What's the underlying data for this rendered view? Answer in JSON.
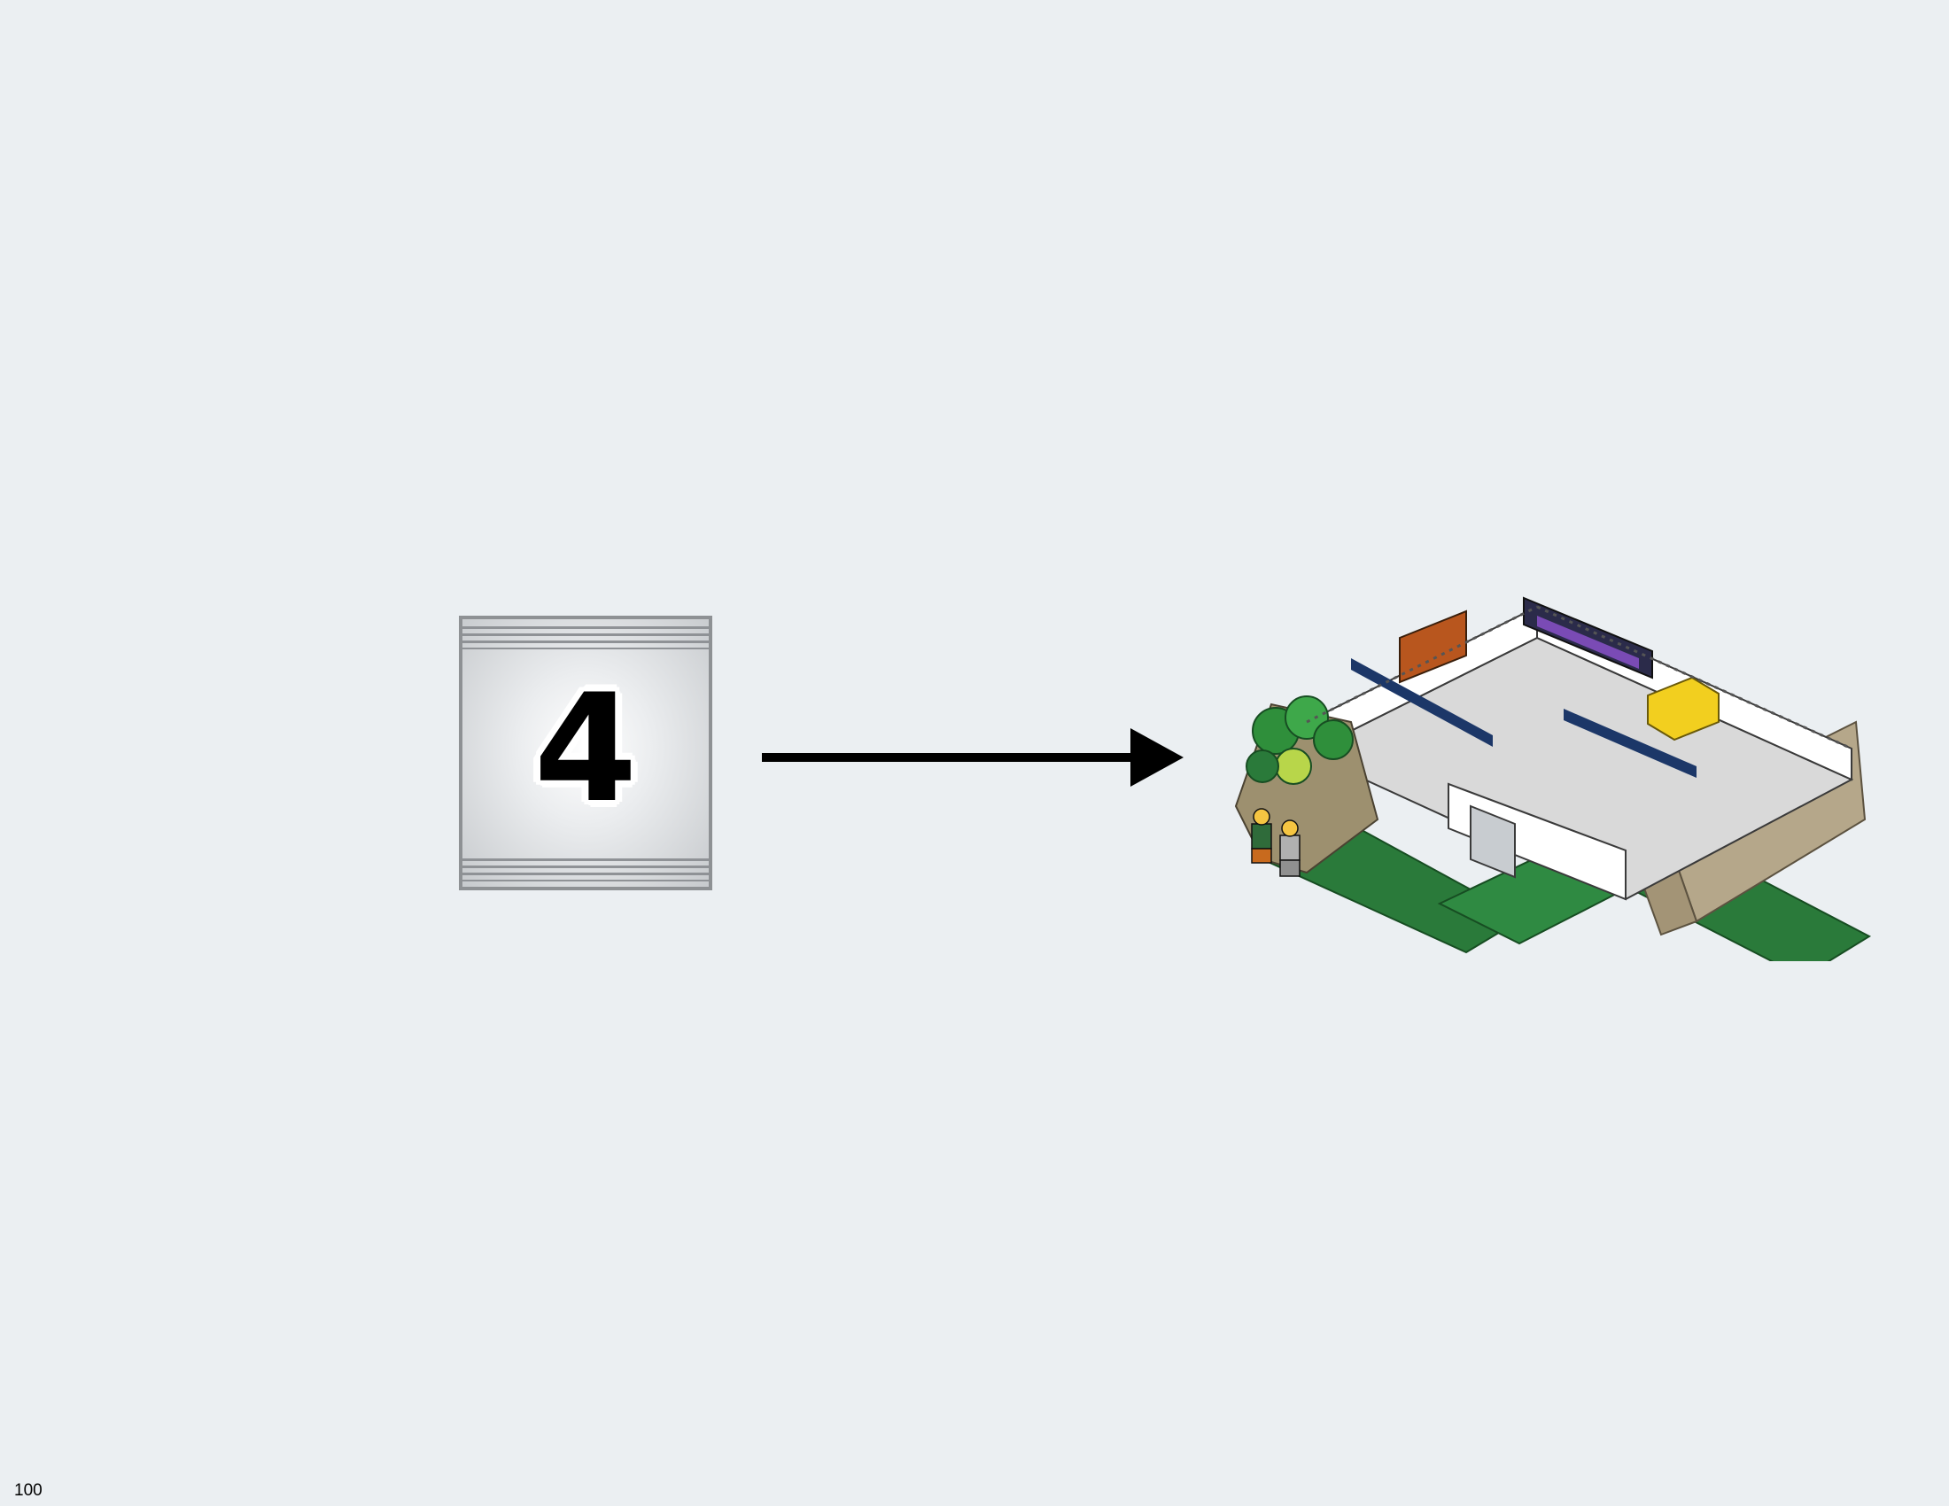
{
  "step": {
    "bag_number": "4"
  },
  "page": {
    "number": "100"
  },
  "colors": {
    "background": "#ebeff2",
    "bag_border": "#8e9194",
    "arrow": "#000000"
  },
  "icons": {
    "bag": "numbered-bag-icon",
    "arrow": "right-arrow-icon",
    "model": "completed-model-illustration"
  }
}
